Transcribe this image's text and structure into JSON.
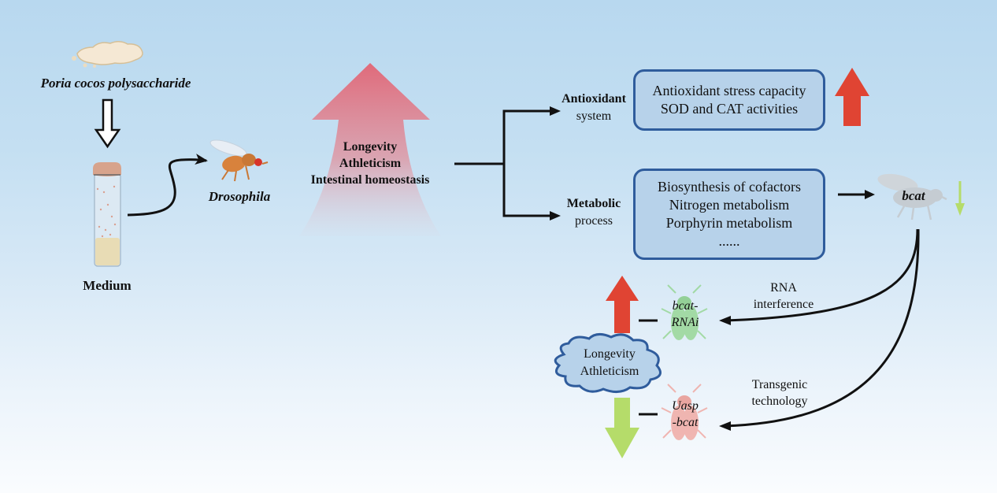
{
  "source": {
    "label": "Poria cocos polysaccharide",
    "icon": "powder-icon"
  },
  "medium": {
    "label": "Medium",
    "icon": "culture-tube-icon"
  },
  "organism": {
    "label": "Drosophila",
    "icon": "fruit-fly-icon"
  },
  "effects_arrow": {
    "lines": [
      "Longevity",
      "Athleticism",
      "Intestinal homeostasis"
    ],
    "direction": "up"
  },
  "branches": [
    {
      "title": "Antioxidant",
      "subtitle": "system",
      "box_lines": [
        "Antioxidant stress capacity",
        "SOD and CAT activities"
      ],
      "trend": "up",
      "trend_color": "#e04433"
    },
    {
      "title": "Metabolic",
      "subtitle": "process",
      "box_lines": [
        "Biosynthesis of cofactors",
        "Nitrogen metabolism",
        "Porphyrin metabolism",
        "......"
      ],
      "target_gene": "bcat",
      "trend": "down",
      "trend_color": "#b5dc6a"
    }
  ],
  "validation": {
    "outcome": [
      "Longevity",
      "Athleticism"
    ],
    "methods": [
      {
        "method_lines": [
          "RNA",
          "interference"
        ],
        "fly_label_lines": [
          "bcat-",
          "RNAi"
        ],
        "fly_color": "#8fd48a",
        "outcome_trend": "up",
        "trend_color": "#e04433"
      },
      {
        "method_lines": [
          "Transgenic",
          "technology"
        ],
        "fly_label_lines": [
          "Uasp",
          "-bcat"
        ],
        "fly_color": "#f0a098",
        "outcome_trend": "down",
        "trend_color": "#b5dc6a"
      }
    ]
  },
  "colors": {
    "box_border": "#2f5c9c",
    "box_fill": "#b7d2ea",
    "up_arrow": "#e04433",
    "down_arrow": "#b5dc6a",
    "big_arrow_top": "#e06a7a"
  }
}
